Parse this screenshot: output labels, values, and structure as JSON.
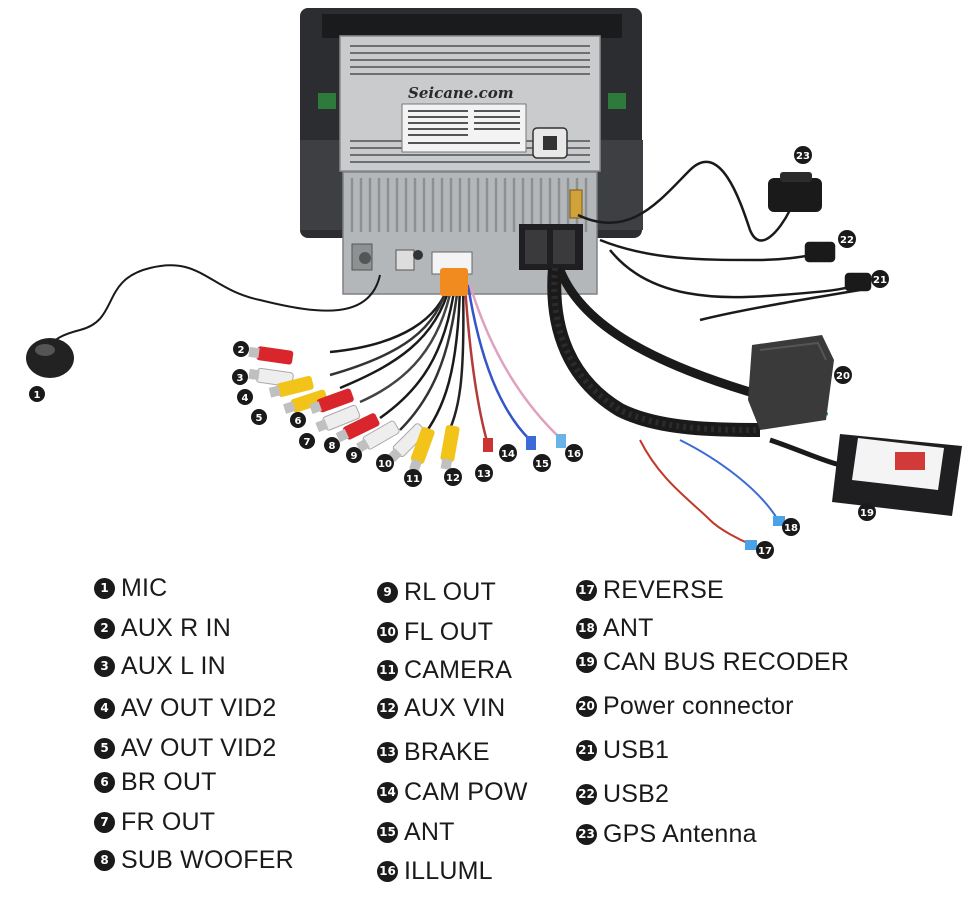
{
  "device": {
    "brand": "Seicane.com"
  },
  "legend": [
    {
      "num": "1",
      "label": "MIC"
    },
    {
      "num": "2",
      "label": "AUX R IN"
    },
    {
      "num": "3",
      "label": "AUX L IN"
    },
    {
      "num": "4",
      "label": "AV OUT VID2"
    },
    {
      "num": "5",
      "label": "AV OUT VID2"
    },
    {
      "num": "6",
      "label": "BR OUT"
    },
    {
      "num": "7",
      "label": "FR OUT"
    },
    {
      "num": "8",
      "label": "SUB WOOFER"
    },
    {
      "num": "9",
      "label": "RL OUT"
    },
    {
      "num": "10",
      "label": "FL OUT"
    },
    {
      "num": "11",
      "label": "CAMERA"
    },
    {
      "num": "12",
      "label": "AUX VIN"
    },
    {
      "num": "13",
      "label": "BRAKE"
    },
    {
      "num": "14",
      "label": "CAM POW"
    },
    {
      "num": "15",
      "label": "ANT"
    },
    {
      "num": "16",
      "label": "ILLUML"
    },
    {
      "num": "17",
      "label": "REVERSE"
    },
    {
      "num": "18",
      "label": "ANT"
    },
    {
      "num": "19",
      "label": "CAN BUS RECODER"
    },
    {
      "num": "20",
      "label": "Power connector"
    },
    {
      "num": "21",
      "label": "USB1"
    },
    {
      "num": "22",
      "label": "USB2"
    },
    {
      "num": "23",
      "label": "GPS Antenna"
    }
  ],
  "colors": {
    "rca_red": "#d9262c",
    "rca_white": "#eeeeee",
    "rca_yellow": "#f2c318",
    "cable_black": "#1a1a1a",
    "foam": "#3a3a3a",
    "chassis": "#c9cbcd",
    "badge": "#1a1a1a"
  }
}
